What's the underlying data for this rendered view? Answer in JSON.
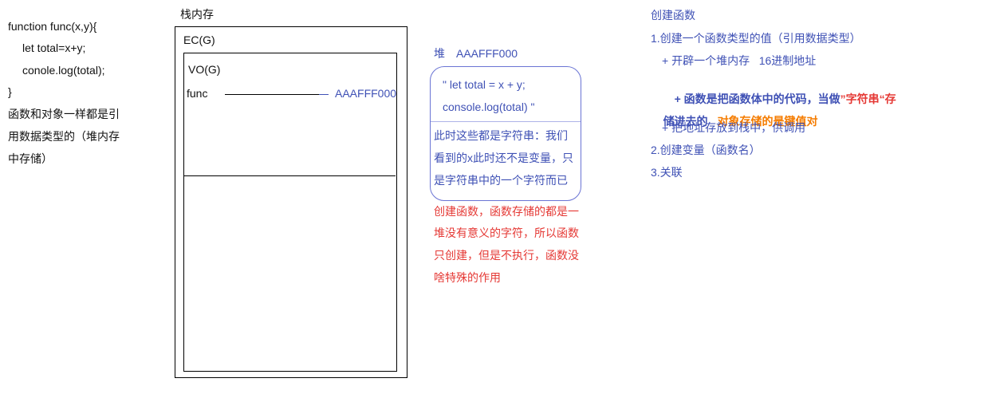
{
  "colors": {
    "text": "#111111",
    "blue": "#3f51b5",
    "red": "#e53935",
    "orange": "#f57c00",
    "heap_border": "#6a74d4"
  },
  "code": {
    "lines": [
      "function func(x,y){",
      "let total=x+y;",
      "conole.log(total);",
      "}"
    ]
  },
  "left_note": {
    "lines": [
      "函数和对象一样都是引",
      "用数据类型的（堆内存",
      "中存储）"
    ]
  },
  "stack": {
    "title": "栈内存",
    "ec_label": "EC(G)",
    "vo_label": "VO(G)",
    "variable": {
      "name": "func",
      "value": "AAAFFF000"
    }
  },
  "heap": {
    "label": "堆",
    "address": "AAAFFF000",
    "code_lines": [
      "\" let total = x + y;",
      "console.log(total) \""
    ],
    "note_lines": [
      "此时这些都是字符串：我们",
      "看到的x此时还不是变量，只",
      "是字符串中的一个字符而已"
    ]
  },
  "red_note": {
    "lines": [
      "创建函数，函数存储的都是一",
      "堆没有意义的字符，所以函数",
      "只创建，但是不执行，函数没",
      "啥特殊的作用"
    ]
  },
  "steps": {
    "title": "创建函数",
    "step1": "1.创建一个函数类型的值（引用数据类型）",
    "step1_sub1": "+ 开辟一个堆内存   16进制地址",
    "step1_sub2_blue": "+ 函数是把函数体中的代码，当做",
    "step1_sub2_red": "”字符串“存",
    "step1_sub2_cont_blue": "储进去的",
    "step1_sub2_cont_orange": "对象存储的是键值对",
    "step1_sub3": "+ 把地址存放到栈中，供调用",
    "step2": "2.创建变量（函数名）",
    "step3": "3.关联"
  }
}
